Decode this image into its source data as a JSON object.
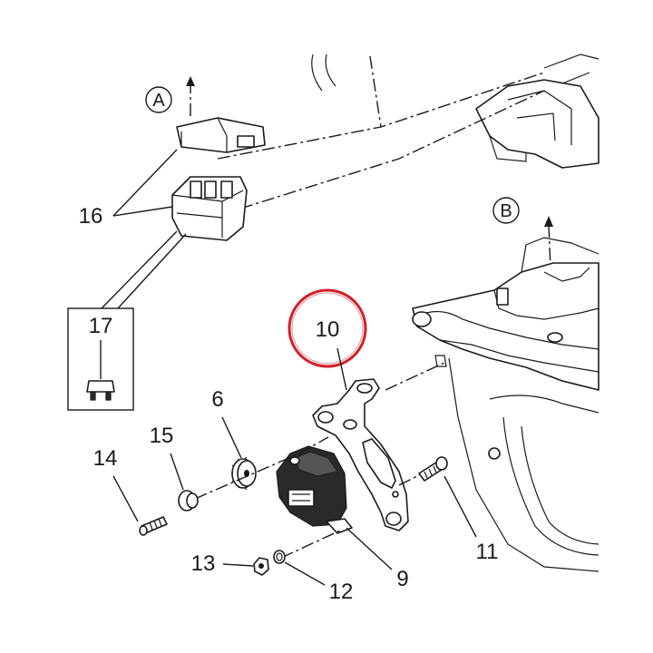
{
  "callouts": {
    "c6": "6",
    "c9": "9",
    "c10": "10",
    "c11": "11",
    "c12": "12",
    "c13": "13",
    "c14": "14",
    "c15": "15",
    "c16": "16",
    "c17": "17"
  },
  "view_markers": {
    "a": "A",
    "b": "B"
  },
  "colors": {
    "highlight_circle": "#d0202a",
    "line": "#1a1a1a",
    "background": "#ffffff"
  }
}
